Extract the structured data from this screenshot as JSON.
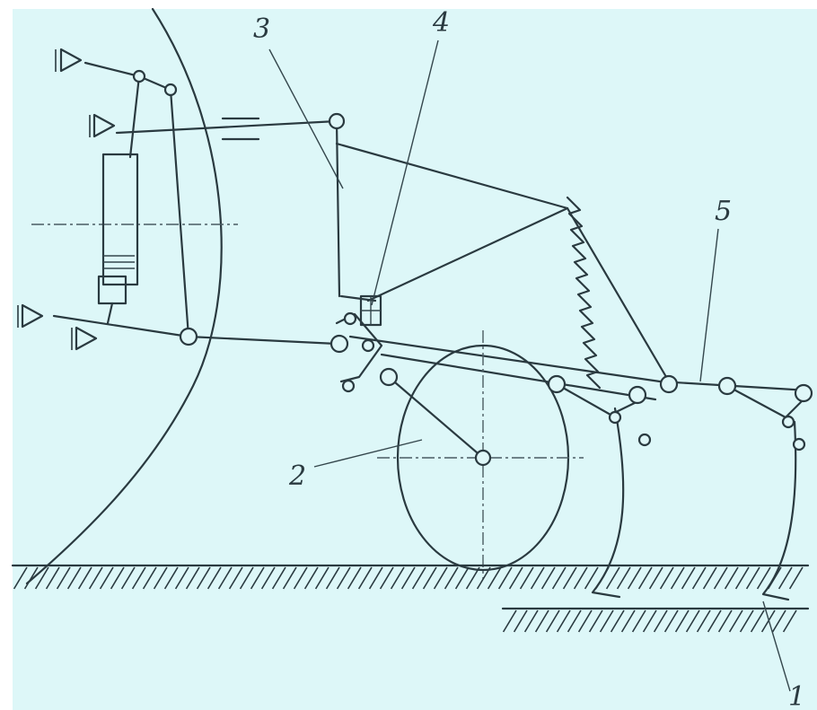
{
  "diagram": {
    "background_color": "#ddf7f8",
    "line_color": "#2a3a40",
    "callouts": [
      {
        "id": "1",
        "label": "1"
      },
      {
        "id": "2",
        "label": "2"
      },
      {
        "id": "3",
        "label": "3"
      },
      {
        "id": "4",
        "label": "4"
      },
      {
        "id": "5",
        "label": "5"
      }
    ]
  }
}
